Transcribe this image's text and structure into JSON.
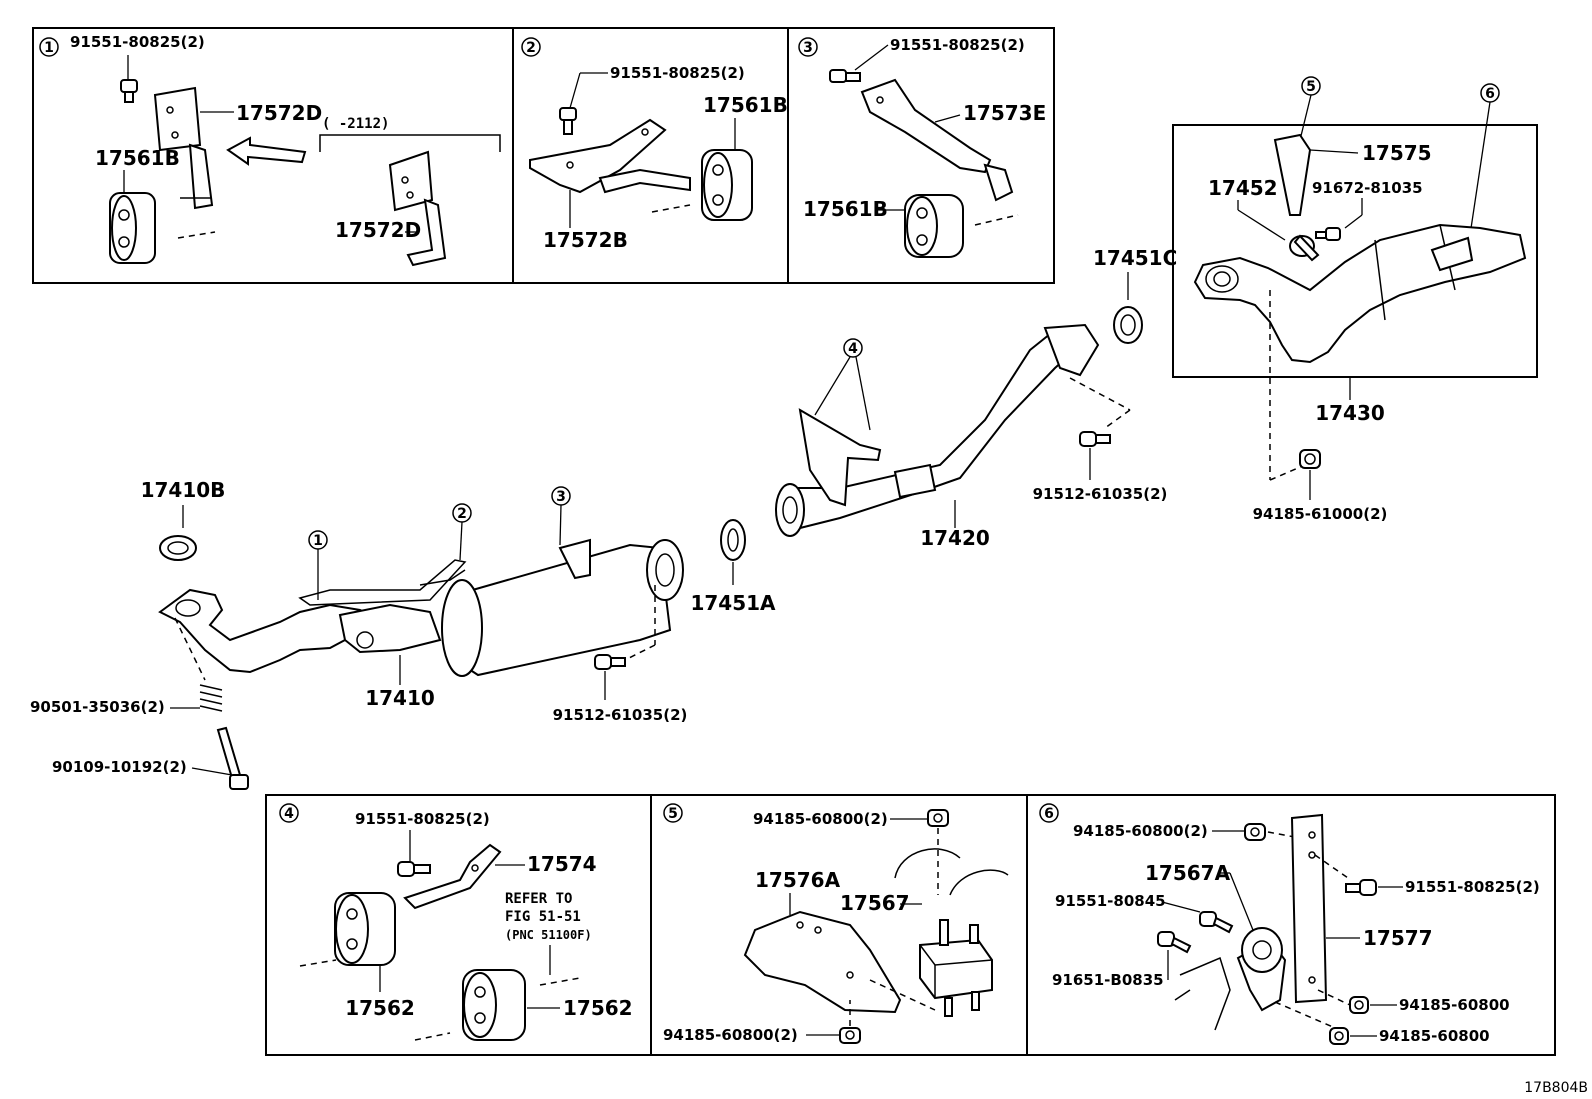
{
  "diagram_code": "17B804B",
  "insets": {
    "i1": {
      "num": "1",
      "bolt": "91551-80825(2)",
      "bracket": "17572D",
      "cushion": "17561B",
      "note": "(      -2112)",
      "bracket_alt": "17572D"
    },
    "i2": {
      "num": "2",
      "bolt": "91551-80825(2)",
      "bracket": "17572B",
      "cushion": "17561B"
    },
    "i3": {
      "num": "3",
      "bolt": "91551-80825(2)",
      "bracket": "17573E",
      "cushion": "17561B"
    },
    "i4": {
      "num": "4",
      "bolt": "91551-80825(2)",
      "bracket": "17574",
      "cushion_a": "17562",
      "cushion_b": "17562",
      "refer_1": "REFER TO",
      "refer_2": "FIG 51-51",
      "refer_3": "(PNC 51100F)"
    },
    "i5": {
      "num": "5",
      "nut_top": "94185-60800(2)",
      "bracket": "17576A",
      "mount": "17567",
      "nut_bottom": "94185-60800(2)"
    },
    "i6": {
      "num": "6",
      "nut_top": "94185-60800(2)",
      "hanger": "17567A",
      "bolt_a": "91551-80845",
      "bolt_b": "91651-B0835",
      "bolt_c": "91551-80825(2)",
      "bracket": "17577",
      "nut_a": "94185-60800",
      "nut_b": "94185-60800"
    }
  },
  "main": {
    "gasket_front": "17410B",
    "front_pipe": "17410",
    "spring": "90501-35036(2)",
    "stud_bolt": "90109-10192(2)",
    "bolt_mid": "91512-61035(2)",
    "gasket_mid": "17451A",
    "center_pipe": "17420",
    "bolt_rear": "91512-61035(2)",
    "gasket_rear": "17451C",
    "converter": "17430",
    "clamp": "17452",
    "bracket_5": "17575",
    "bolt_conv": "91672-81035",
    "nut_conv": "94185-61000(2)",
    "callouts": [
      "1",
      "2",
      "3",
      "4",
      "5",
      "6"
    ]
  }
}
